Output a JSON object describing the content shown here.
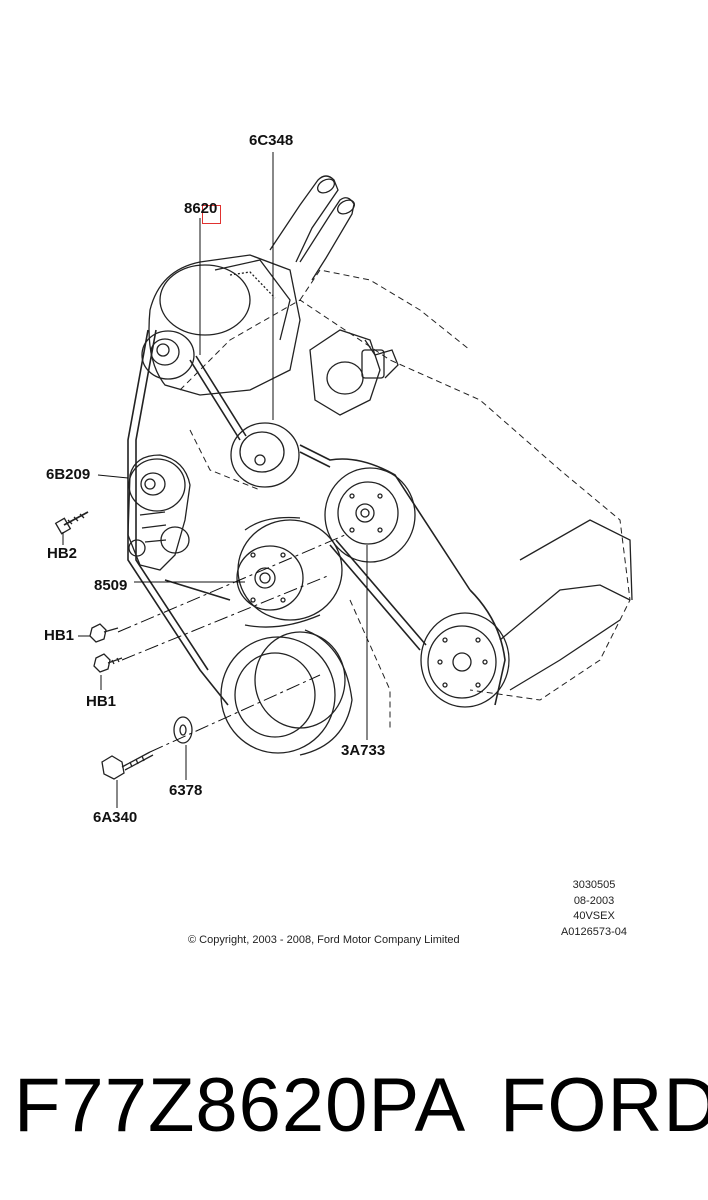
{
  "callouts": {
    "c6C348": "6C348",
    "c8620": "8620",
    "c6B209": "6B209",
    "cHB2": "HB2",
    "c8509": "8509",
    "cHB1a": "HB1",
    "cHB1b": "HB1",
    "c3A733": "3A733",
    "c6378": "6378",
    "c6A340": "6A340"
  },
  "meta": {
    "line1": "3030505",
    "line2": "08-2003",
    "line3": "40VSEX",
    "line4": "A0126573-04"
  },
  "copyright": "© Copyright, 2003 - 2008, Ford Motor Company Limited",
  "part_number": "F77Z8620PA",
  "brand": "FORD",
  "colors": {
    "highlight": "#e0312f",
    "line": "#111111"
  }
}
